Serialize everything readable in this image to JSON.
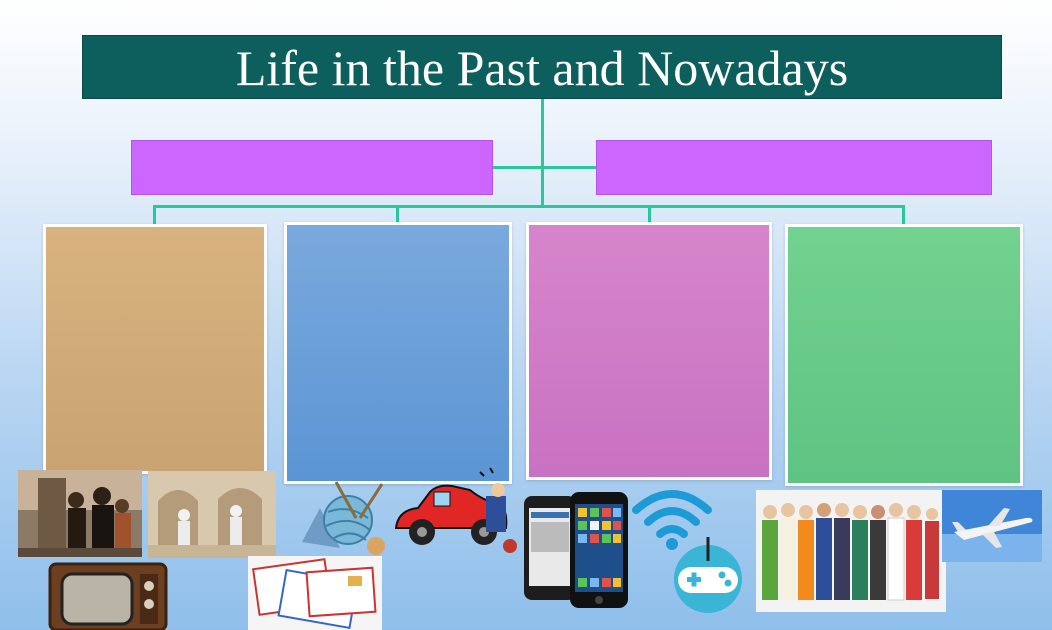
{
  "title": "Life in the Past and Nowadays",
  "colors": {
    "title_bg": "#0c5f5c",
    "connector": "#26c99a",
    "category_box": "#cc66ff",
    "box_1": "#d4b07e",
    "box_2": "#6a9fd8",
    "box_3": "#d17ec6",
    "box_4": "#6dcb8b"
  },
  "images": [
    "family-photo",
    "old-ruins-photo",
    "old-television-icon",
    "yarn-knitting-icon",
    "letters-envelopes-icon",
    "car-repair-icon",
    "smartphones-icon",
    "wifi-icon",
    "game-controller-icon",
    "professions-people-icon",
    "airplane-icon"
  ]
}
